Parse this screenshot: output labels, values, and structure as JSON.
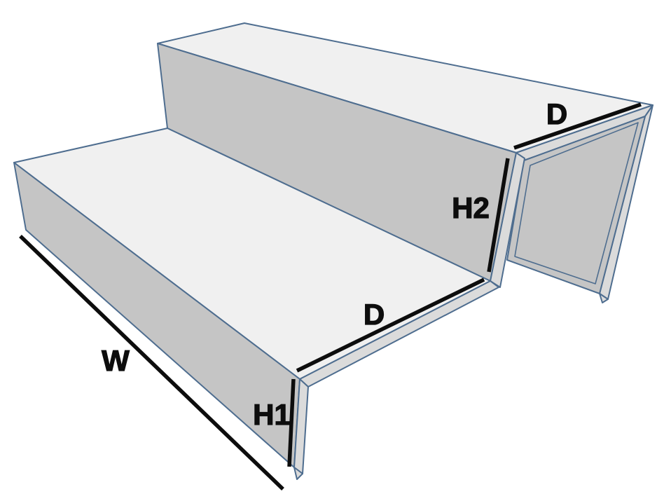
{
  "diagram": {
    "labels": {
      "width": "W",
      "depth_upper_step": "D",
      "depth_lower_step": "D",
      "height_lower_step": "H1",
      "height_upper_step": "H2"
    },
    "colors": {
      "background": "#ffffff",
      "top_face": "#f0f0f0",
      "side_face": "#c5c5c5",
      "edge_strip": "#dbdbdb",
      "outline": "#4e6d8f",
      "dimension_line": "#0d0d0d",
      "label_text": "#0d0d0d"
    }
  }
}
